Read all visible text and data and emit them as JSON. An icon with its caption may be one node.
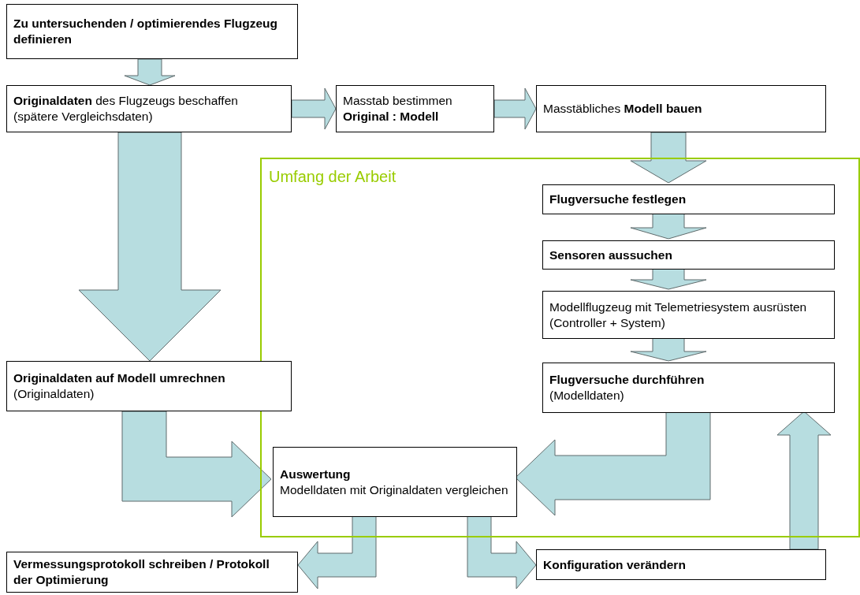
{
  "diagram": {
    "nodes": [
      {
        "text": [
          "Zu untersuchenden / optimierendes Flugzeug definieren"
        ]
      },
      {
        "text": [
          "**Originaldaten** des Flugzeugs beschaffen (spätere Vergleichsdaten)"
        ]
      },
      {
        "text": [
          "Masstab bestimmen **Original : Modell**"
        ]
      },
      {
        "text": [
          "Masstäbliches **Modell bauen**"
        ]
      },
      {
        "text": [
          "Umfang der Arbeit"
        ]
      },
      {
        "text": [
          "Flugversuche festlegen"
        ],
        "in": 4
      },
      {
        "text": [
          "Sensoren aussuchen"
        ],
        "in": 4
      },
      {
        "text": [
          "Modellflugzeug mit Telemetriesystem ausrüsten (Controller + System)"
        ],
        "in": 4
      },
      {
        "text": [
          "Flugversuche durchführen",
          "(Modelldaten)"
        ],
        "in": 4
      },
      {
        "text": [
          "**Originaldaten auf Modell umrechnen** (Originaldaten)"
        ]
      },
      {
        "text": [
          "Auswertung",
          "Modelldaten mit Originaldaten vergleichen"
        ],
        "in": 4
      },
      {
        "text": [
          "Vermessungsprotokoll schreiben / Protokoll der Optimierung"
        ]
      },
      {
        "text": [
          "Konfiguration verändern"
        ]
      }
    ],
    "edges": [
      {
        "from": 0,
        "to": 1,
        "arrow": "to"
      },
      {
        "from": 1,
        "to": 2,
        "arrow": "to"
      },
      {
        "from": 2,
        "to": 3,
        "arrow": "to"
      },
      {
        "from": 3,
        "to": 5,
        "arrow": "to"
      },
      {
        "from": 5,
        "to": 6,
        "arrow": "to"
      },
      {
        "from": 6,
        "to": 7,
        "arrow": "to"
      },
      {
        "from": 7,
        "to": 8,
        "arrow": "to"
      },
      {
        "from": 1,
        "to": 9,
        "arrow": "to"
      },
      {
        "from": 9,
        "to": 10,
        "arrow": "to"
      },
      {
        "from": 8,
        "to": 10,
        "arrow": "to"
      },
      {
        "from": 10,
        "to": 11,
        "arrow": "to"
      },
      {
        "from": 10,
        "to": 12,
        "arrow": "to"
      },
      {
        "from": 12,
        "to": 8,
        "arrow": "to"
      }
    ]
  }
}
